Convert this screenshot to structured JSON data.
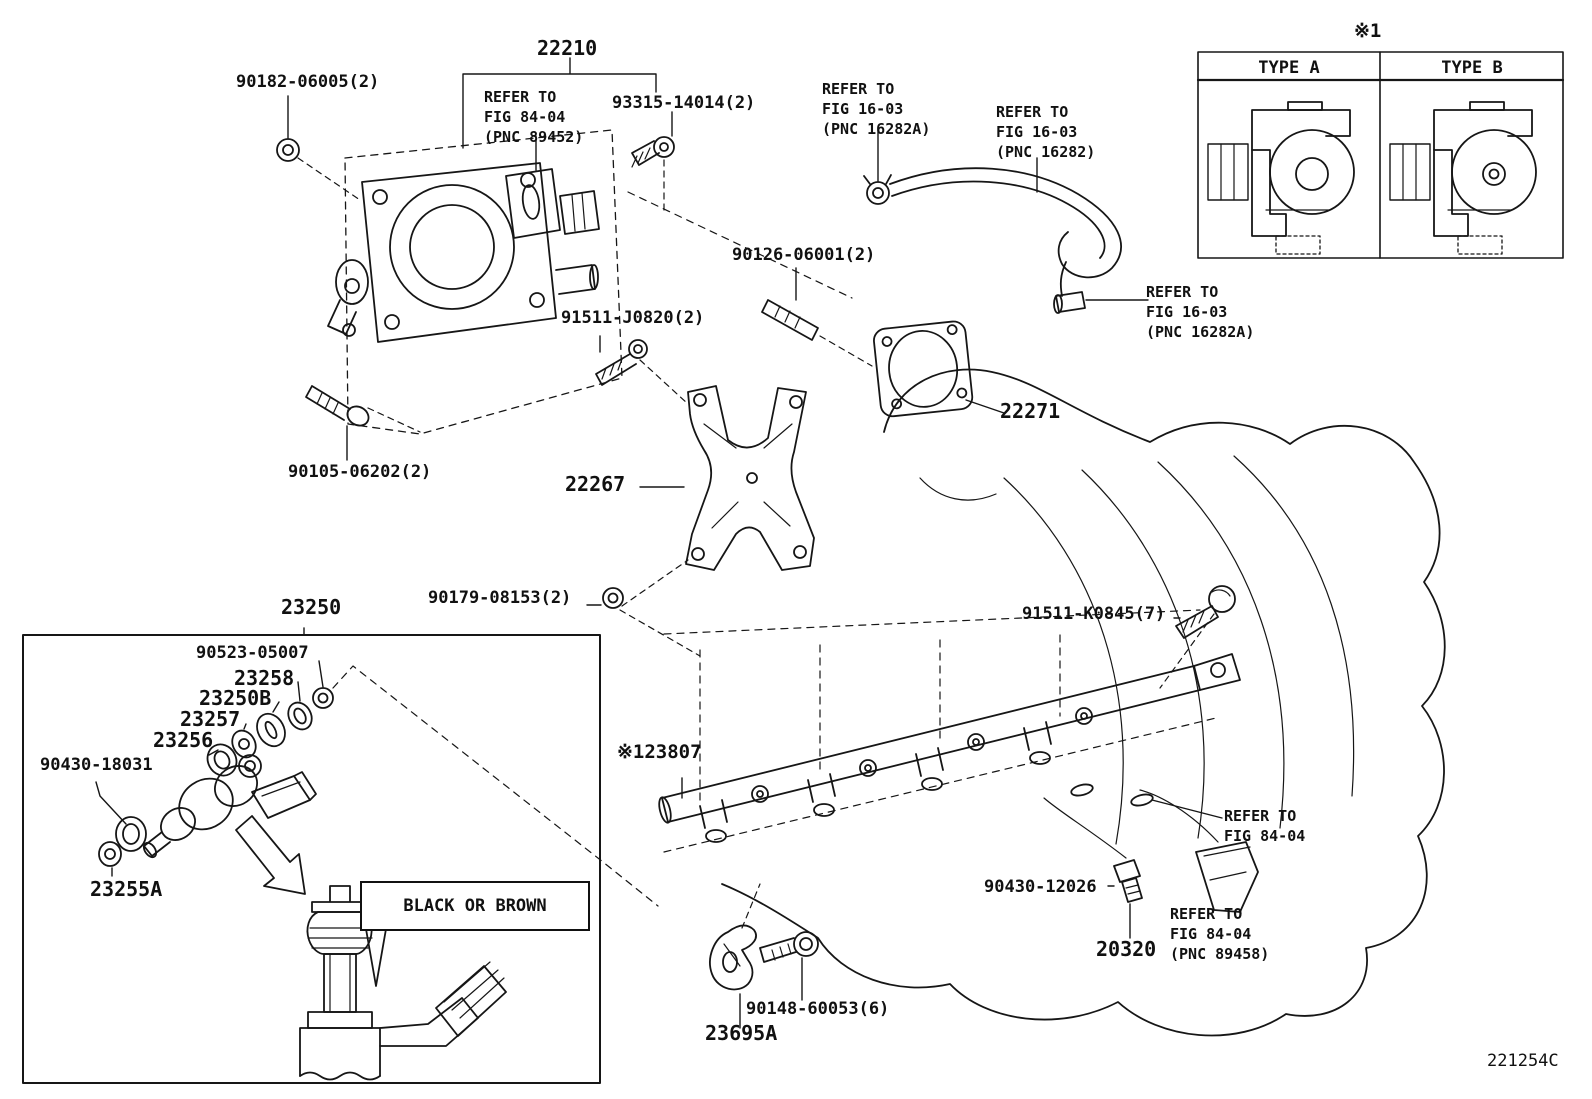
{
  "figure": {
    "id": "221254C",
    "description": "Fuel injection system parts diagram"
  },
  "parts": {
    "p22210": "22210",
    "p90182": "90182-06005(2)",
    "p93315": "93315-14014(2)",
    "p90126": "90126-06001(2)",
    "p91511j": "91511-J0820(2)",
    "p90105": "90105-06202(2)",
    "p22271": "22271",
    "p22267": "22267",
    "p90179": "90179-08153(2)",
    "p91511k": "91511-K0845(7)",
    "p23250": "23250",
    "p90523": "90523-05007",
    "p23258": "23258",
    "p23250b": "23250B",
    "p23257": "23257",
    "p23256": "23256",
    "p90430_18": "90430-18031",
    "p23255a": "23255A",
    "p23807": "※123807",
    "p90430_12": "90430-12026",
    "p20320": "20320",
    "p90148": "90148-60053(6)",
    "p23695a": "23695A"
  },
  "refs": {
    "fig84_89452": [
      "REFER TO",
      "FIG 84-04",
      "(PNC 89452)"
    ],
    "fig16_16282a_top": [
      "REFER TO",
      "FIG 16-03",
      "(PNC 16282A)"
    ],
    "fig16_16282": [
      "REFER TO",
      "FIG 16-03",
      "(PNC 16282)"
    ],
    "fig16_16282a_mid": [
      "REFER TO",
      "FIG 16-03",
      "(PNC 16282A)"
    ],
    "fig84_right": [
      "REFER TO",
      "FIG 84-04"
    ],
    "fig84_89458": [
      "REFER TO",
      "FIG 84-04",
      "(PNC 89458)"
    ]
  },
  "variant_table": {
    "marker": "※1",
    "columns": [
      "TYPE A",
      "TYPE B"
    ]
  },
  "notes": {
    "black_or_brown": "BLACK OR BROWN"
  },
  "colors": {
    "line": "#161616",
    "background": "#ffffff"
  }
}
